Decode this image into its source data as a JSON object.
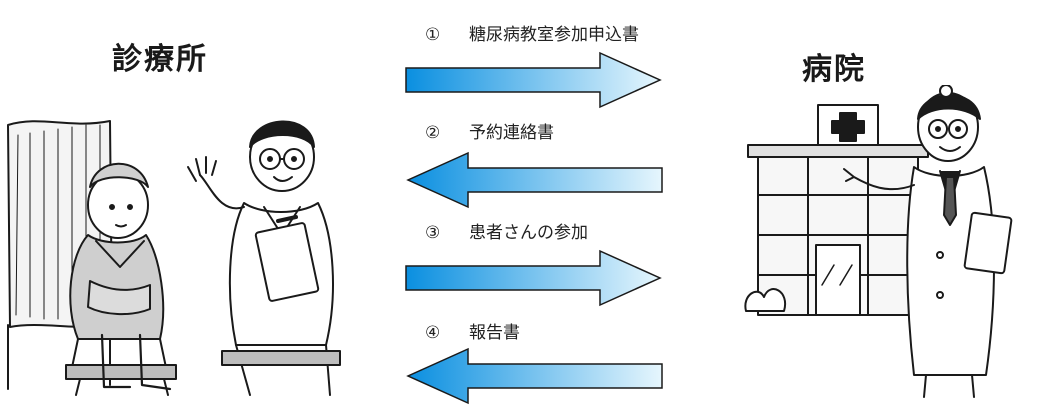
{
  "clinic": {
    "title": "診療所"
  },
  "hospital": {
    "title": "病院"
  },
  "steps": [
    {
      "number": "①",
      "label": "糖尿病教室参加申込書",
      "direction": "right"
    },
    {
      "number": "②",
      "label": "予約連絡書",
      "direction": "left"
    },
    {
      "number": "③",
      "label": "患者さんの参加",
      "direction": "right"
    },
    {
      "number": "④",
      "label": "報告書",
      "direction": "left"
    }
  ],
  "colors": {
    "arrow_dark": "#0a8fe0",
    "arrow_light": "#dff3fc",
    "ink": "#1a1a1a"
  }
}
